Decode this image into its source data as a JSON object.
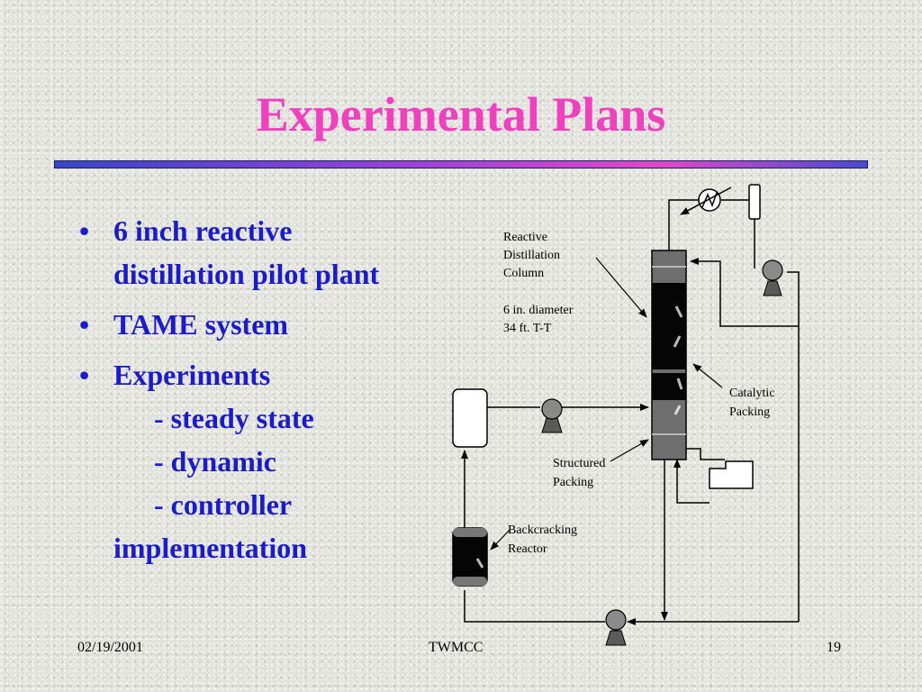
{
  "slide": {
    "title": "Experimental Plans",
    "bullets": [
      {
        "line1": "6 inch reactive",
        "line2": "distillation pilot plant"
      },
      {
        "line1": "TAME system"
      },
      {
        "line1": "Experiments",
        "subs": [
          "- steady state",
          "- dynamic",
          "- controller"
        ],
        "cont": "implementation"
      }
    ]
  },
  "diagram": {
    "labels": {
      "column": [
        "Reactive",
        "Distillation",
        "Column"
      ],
      "specs": [
        "6  in. diameter",
        "34 ft. T-T"
      ],
      "catalytic": [
        "Catalytic",
        "Packing"
      ],
      "structured": [
        "Structured",
        "Packing"
      ],
      "reactor": [
        "Backcracking",
        "Reactor"
      ]
    }
  },
  "footer": {
    "date": "02/19/2001",
    "center": "TWMCC",
    "page": "19"
  }
}
